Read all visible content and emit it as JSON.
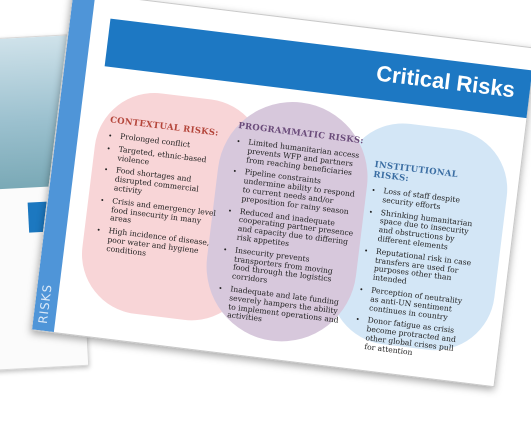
{
  "slide": {
    "title": "Critical Risks",
    "side_label": "RISKS"
  },
  "contextual": {
    "heading": "CONTEXTUAL RISKS:",
    "items": [
      "Prolonged conflict",
      "Targeted, ethnic-based violence",
      "Food shortages and disrupted commercial activity",
      "Crisis and emergency level food insecurity in many areas",
      "High incidence of disease, poor water and hygiene conditions"
    ]
  },
  "programmatic": {
    "heading": "PROGRAMMATIC RISKS:",
    "items": [
      "Limited humanitarian access prevents WFP and partners from reaching beneficiaries",
      "Pipeline constraints undermine ability to respond to current needs and/or preposition for rainy season",
      "Reduced and inadequate cooperating partner presence and capacity due to differing risk appetites",
      "Insecurity prevents transporters from moving food through the logistics corridors",
      "Inadequate and late funding severely hampers the ability to implement operations and activities"
    ]
  },
  "institutional": {
    "heading": "INSTITUTIONAL RISKS:",
    "items": [
      "Loss of staff despite security efforts",
      "Shrinking humanitarian space due to insecurity and obstructions by different elements",
      "Reputational risk in case transfers are used for purposes other than intended",
      "Perception of neutrality as anti-UN sentiment continues in country",
      "Donor fatigue as crisis become protracted and other global crises pull for attention"
    ]
  },
  "colors": {
    "title_bar": "#1d78c3",
    "contextual_circle": "#f8d5d7",
    "programmatic_circle": "#d7c8dc",
    "institutional_circle": "#d3e6f6"
  }
}
